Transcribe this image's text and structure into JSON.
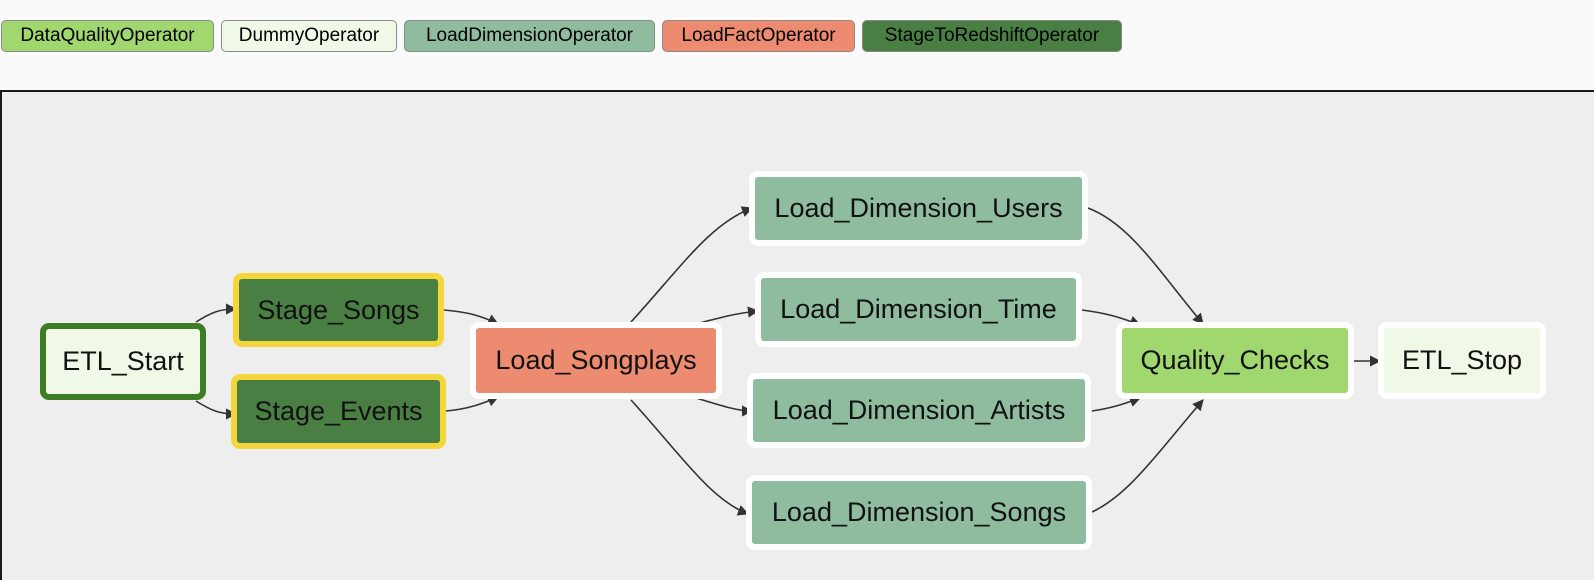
{
  "legend": [
    {
      "label": "DataQualityOperator",
      "color": "#a0d86f"
    },
    {
      "label": "DummyOperator",
      "color": "#f0f8e8"
    },
    {
      "label": "LoadDimensionOperator",
      "color": "#8fbc9f"
    },
    {
      "label": "LoadFactOperator",
      "color": "#ec8b6f"
    },
    {
      "label": "StageToRedshiftOperator",
      "color": "#4a7f44"
    }
  ],
  "nodes": {
    "etl_start": {
      "label": "ETL_Start",
      "operator": "DummyOperator",
      "state": "success"
    },
    "stage_songs": {
      "label": "Stage_Songs",
      "operator": "StageToRedshiftOperator",
      "state": "running"
    },
    "stage_events": {
      "label": "Stage_Events",
      "operator": "StageToRedshiftOperator",
      "state": "running"
    },
    "load_songplays": {
      "label": "Load_Songplays",
      "operator": "LoadFactOperator",
      "state": "none"
    },
    "load_dimension_users": {
      "label": "Load_Dimension_Users",
      "operator": "LoadDimensionOperator",
      "state": "none"
    },
    "load_dimension_time": {
      "label": "Load_Dimension_Time",
      "operator": "LoadDimensionOperator",
      "state": "none"
    },
    "load_dimension_artists": {
      "label": "Load_Dimension_Artists",
      "operator": "LoadDimensionOperator",
      "state": "none"
    },
    "load_dimension_songs": {
      "label": "Load_Dimension_Songs",
      "operator": "LoadDimensionOperator",
      "state": "none"
    },
    "quality_checks": {
      "label": "Quality_Checks",
      "operator": "DataQualityOperator",
      "state": "none"
    },
    "etl_stop": {
      "label": "ETL_Stop",
      "operator": "DummyOperator",
      "state": "none"
    }
  },
  "state_colors": {
    "running": "#f4d63c",
    "success": "#3d7d26"
  },
  "edges": [
    [
      "etl_start",
      "stage_songs"
    ],
    [
      "etl_start",
      "stage_events"
    ],
    [
      "stage_songs",
      "load_songplays"
    ],
    [
      "stage_events",
      "load_songplays"
    ],
    [
      "load_songplays",
      "load_dimension_users"
    ],
    [
      "load_songplays",
      "load_dimension_time"
    ],
    [
      "load_songplays",
      "load_dimension_artists"
    ],
    [
      "load_songplays",
      "load_dimension_songs"
    ],
    [
      "load_dimension_users",
      "quality_checks"
    ],
    [
      "load_dimension_time",
      "quality_checks"
    ],
    [
      "load_dimension_artists",
      "quality_checks"
    ],
    [
      "load_dimension_songs",
      "quality_checks"
    ],
    [
      "quality_checks",
      "etl_stop"
    ]
  ]
}
